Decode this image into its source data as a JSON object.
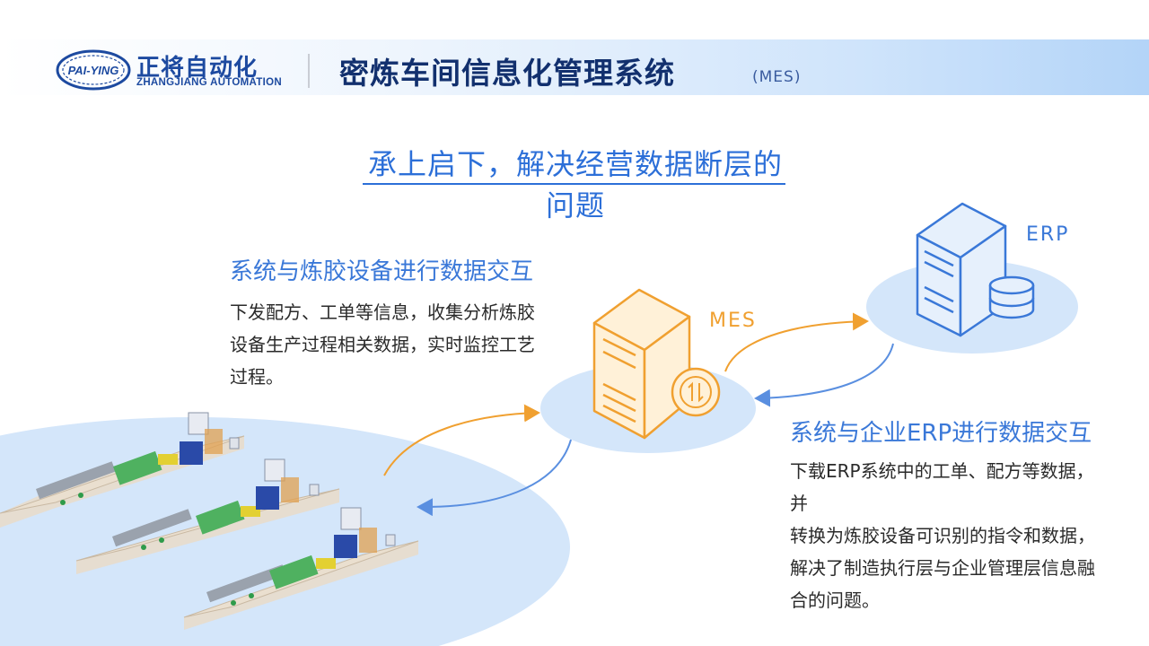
{
  "header": {
    "logo_text": "PAI-YING",
    "brand_cn": "正将自动化",
    "brand_en": "ZHANGJIANG AUTOMATION",
    "system_title": "密炼车间信息化管理系统",
    "system_sub": "(MES)"
  },
  "main_title": "承上启下，解决经营数据断层的问题",
  "left_block": {
    "heading": "系统与炼胶设备进行数据交互",
    "lines": [
      "下发配方、工单等信息，收集分析炼胶",
      "设备生产过程相关数据，实时监控工艺",
      "过程。"
    ]
  },
  "right_block": {
    "heading": "系统与企业ERP进行数据交互",
    "lines": [
      "下载ERP系统中的工单、配方等数据，并",
      "转换为炼胶设备可识别的指令和数据，",
      "解决了制造执行层与企业管理层信息融",
      "合的问题。"
    ]
  },
  "nodes": {
    "mes": "MES",
    "erp": "ERP"
  },
  "colors": {
    "accent_blue": "#3a78d8",
    "accent_orange": "#f0a030",
    "ellipse_blue": "#d4e6fa"
  },
  "icons": [
    "mes-server-icon",
    "erp-server-icon",
    "database-icon",
    "sync-arrows-icon"
  ]
}
